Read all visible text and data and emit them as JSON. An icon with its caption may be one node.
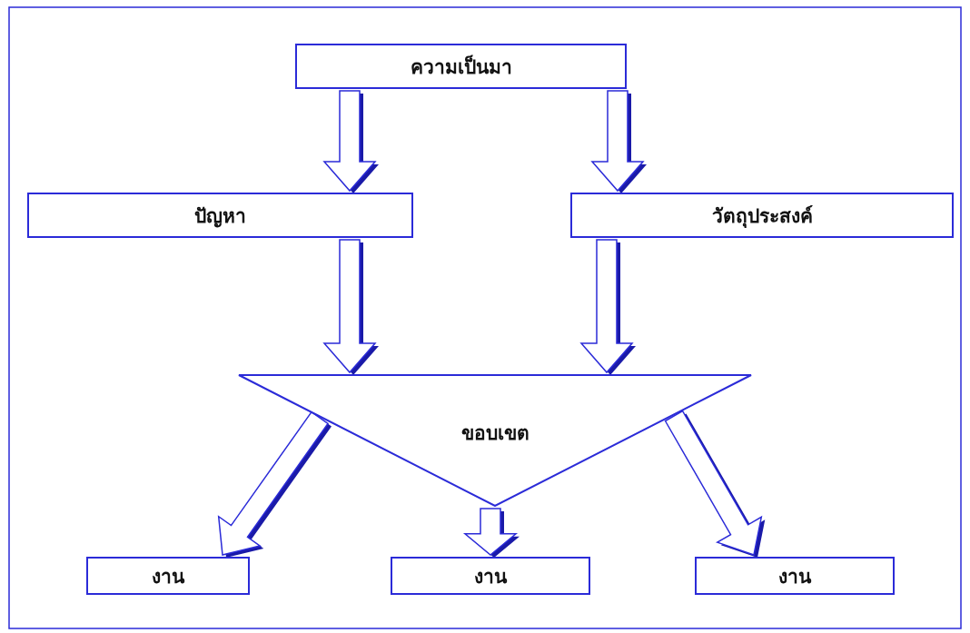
{
  "diagram": {
    "nodes": [
      {
        "text": [
          "ความเป็นมา"
        ]
      },
      {
        "text": [
          "ปัญหา"
        ]
      },
      {
        "text": [
          "วัตถุประสงค์"
        ]
      },
      {
        "text": [
          "ขอบเขต"
        ]
      },
      {
        "text": [
          "งาน"
        ]
      },
      {
        "text": [
          "งาน"
        ]
      },
      {
        "text": [
          "งาน"
        ]
      }
    ],
    "edges": [
      {
        "from": 0,
        "to": 1,
        "arrow": "to"
      },
      {
        "from": 0,
        "to": 2,
        "arrow": "to"
      },
      {
        "from": 1,
        "to": 3,
        "arrow": "to"
      },
      {
        "from": 2,
        "to": 3,
        "arrow": "to"
      },
      {
        "from": 3,
        "to": 4,
        "arrow": "to"
      },
      {
        "from": 3,
        "to": 5,
        "arrow": "to"
      },
      {
        "from": 3,
        "to": 6,
        "arrow": "to"
      }
    ]
  }
}
